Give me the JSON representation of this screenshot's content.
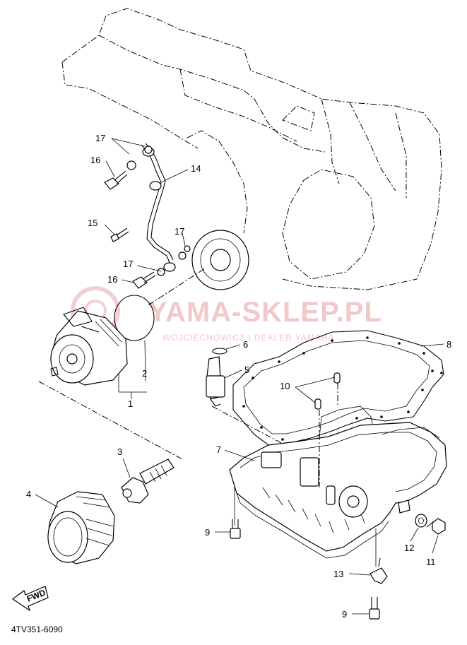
{
  "diagram": {
    "code": "4TV351-6090",
    "fwd": "FWD",
    "watermark": {
      "main": "YAMA-SKLEP.PL",
      "sub": "WOJCIECHOWICZ | DEALER YAMAHA"
    },
    "callouts": [
      {
        "id": "c17a",
        "text": "17"
      },
      {
        "id": "c16a",
        "text": "16"
      },
      {
        "id": "c14",
        "text": "14"
      },
      {
        "id": "c15",
        "text": "15"
      },
      {
        "id": "c17b",
        "text": "17"
      },
      {
        "id": "c17c",
        "text": "17"
      },
      {
        "id": "c16b",
        "text": "16"
      },
      {
        "id": "c6",
        "text": "6"
      },
      {
        "id": "c8",
        "text": "8"
      },
      {
        "id": "c5",
        "text": "5"
      },
      {
        "id": "c10",
        "text": "10"
      },
      {
        "id": "c2",
        "text": "2"
      },
      {
        "id": "c1",
        "text": "1"
      },
      {
        "id": "c7",
        "text": "7"
      },
      {
        "id": "c3",
        "text": "3"
      },
      {
        "id": "c4",
        "text": "4"
      },
      {
        "id": "c9a",
        "text": "9"
      },
      {
        "id": "c12",
        "text": "12"
      },
      {
        "id": "c11",
        "text": "11"
      },
      {
        "id": "c13",
        "text": "13"
      },
      {
        "id": "c9b",
        "text": "9"
      }
    ]
  }
}
